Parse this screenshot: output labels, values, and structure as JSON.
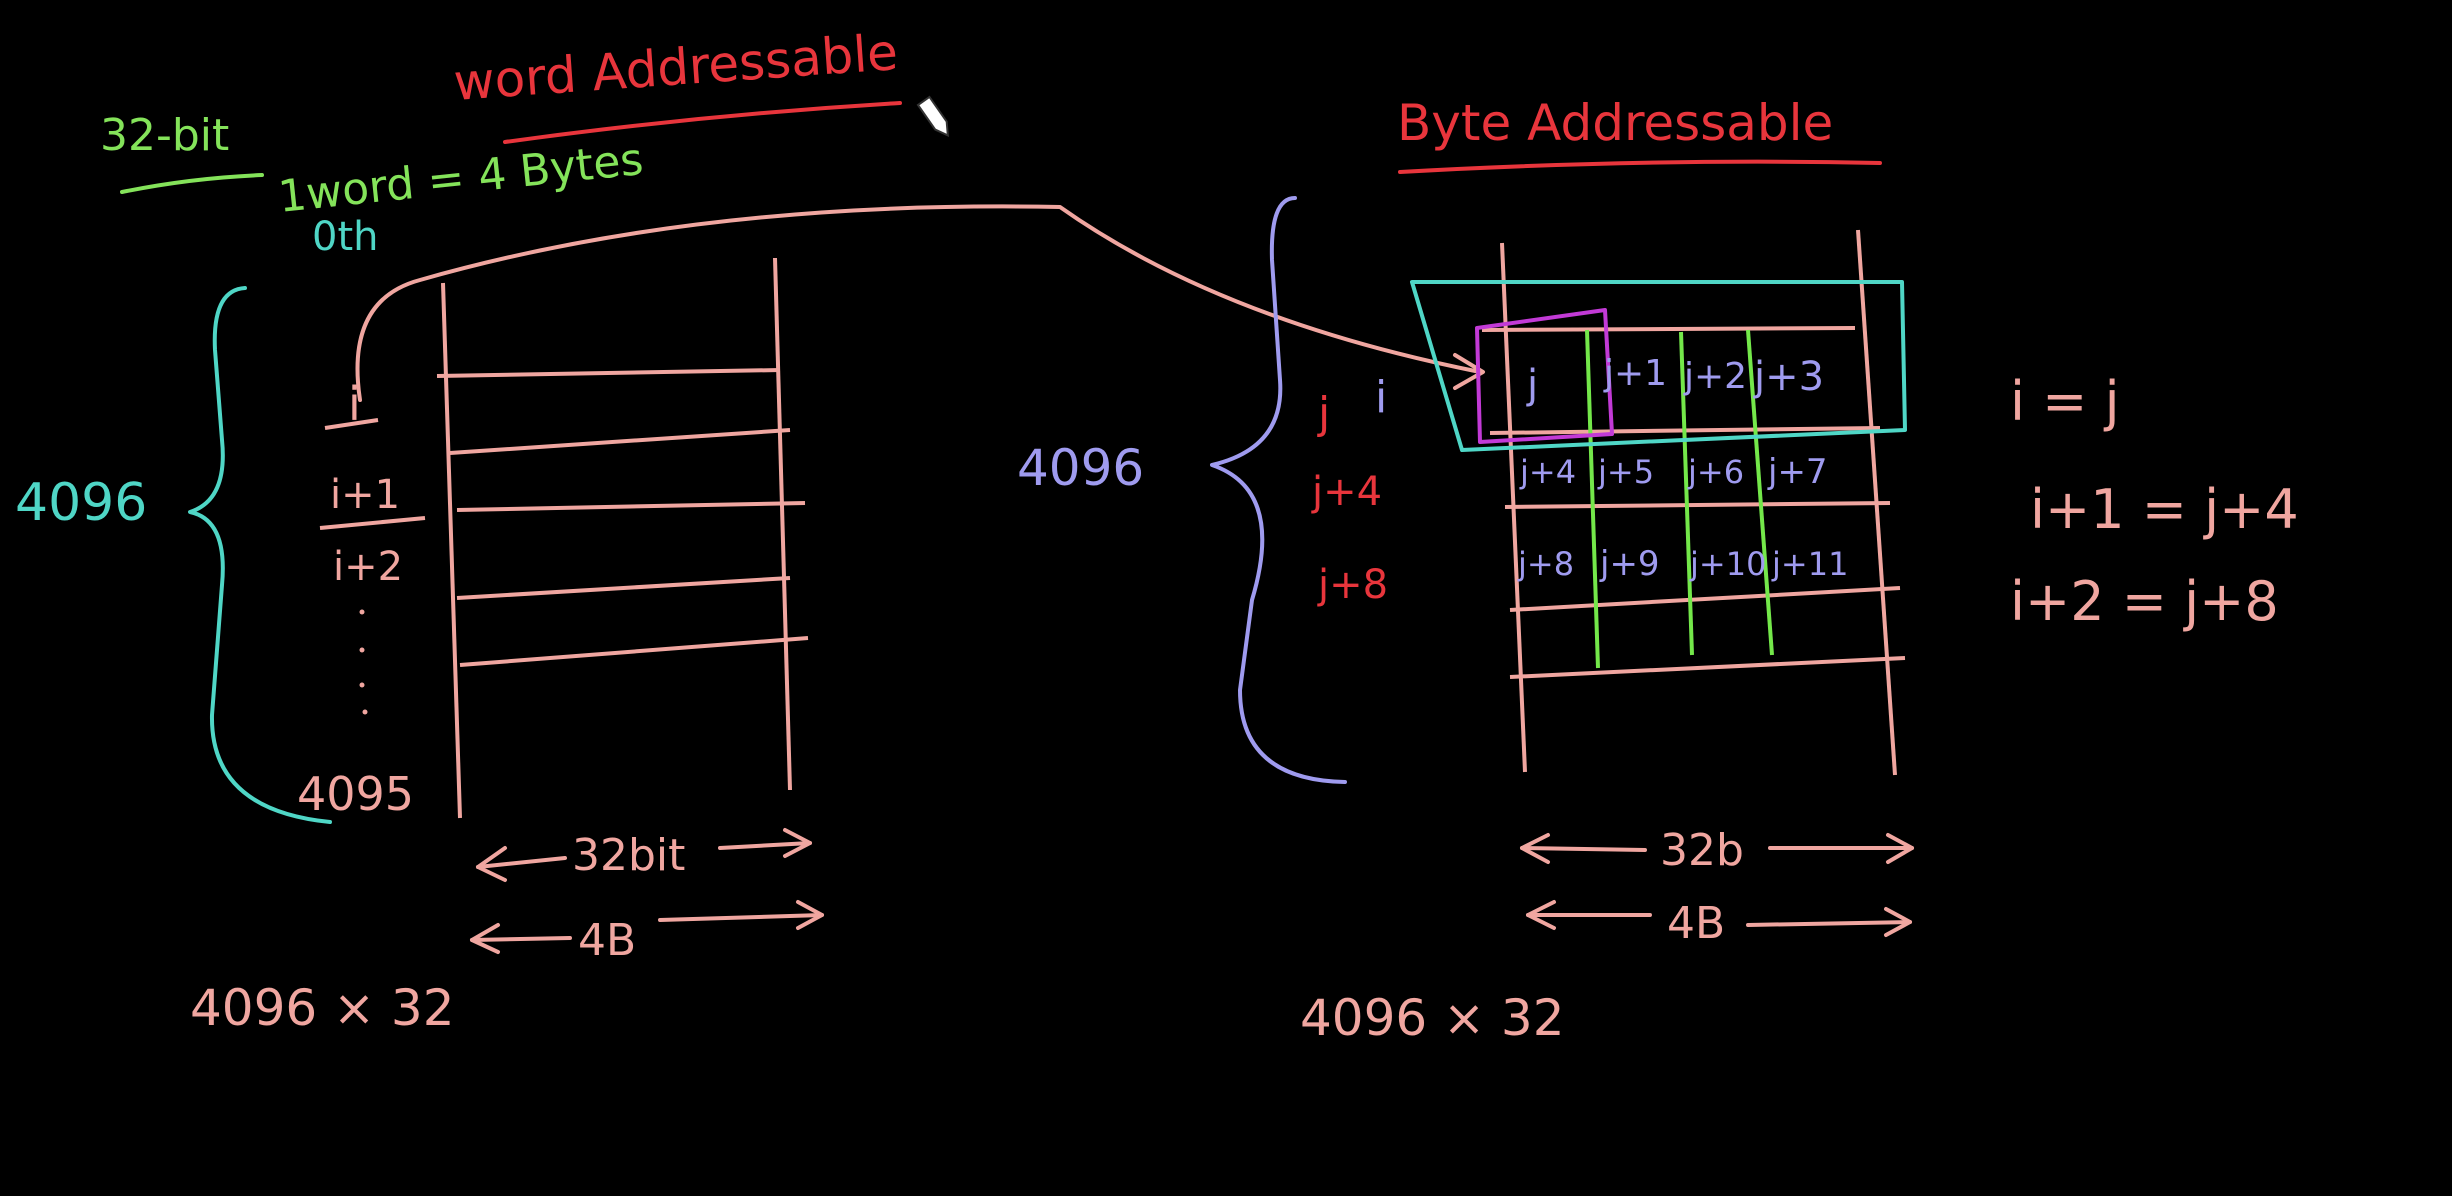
{
  "colors": {
    "background": "#000000",
    "salmon": "#f0a6a0",
    "red": "#e8353c",
    "green": "#84e35a",
    "cyan": "#4fd6c6",
    "lavender": "#9f9bef",
    "magenta": "#c23ad6",
    "bright_green": "#74e84a"
  },
  "left": {
    "bits_label": "32-bit",
    "heading": "word Addressable",
    "word_def": "1word = 4 Bytes",
    "zeroth_label": "0th",
    "memory_size": "4096",
    "row_labels": [
      "i",
      "i+1",
      "i+2"
    ],
    "dots": ".\n.\n.",
    "last_address": "4095",
    "width_bits": "32bit",
    "width_bytes": "4B",
    "dimension": "4096 × 32"
  },
  "right": {
    "heading": "Byte Addressable",
    "memory_size": "4096",
    "row_labels_j": [
      "j",
      "j+4",
      "j+8"
    ],
    "row_label_i": "i",
    "cells": [
      [
        "j",
        "j+1",
        "j+2",
        "j+3"
      ],
      [
        "j+4",
        "j+5",
        "j+6",
        "j+7"
      ],
      [
        "j+8",
        "j+9",
        "j+10",
        "j+11"
      ]
    ],
    "width_bits": "32b",
    "width_bytes": "4B",
    "dimension": "4096 × 32"
  },
  "equations": [
    "i = j",
    "i+1 = j+4",
    "i+2 = j+8"
  ]
}
